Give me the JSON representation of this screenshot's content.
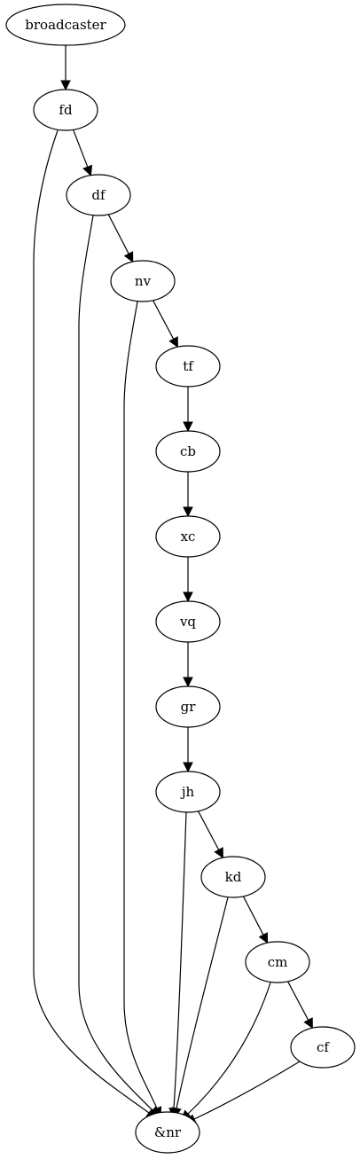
{
  "graph": {
    "nodes": [
      {
        "id": "broadcaster",
        "label": "broadcaster"
      },
      {
        "id": "fd",
        "label": "fd"
      },
      {
        "id": "df",
        "label": "df"
      },
      {
        "id": "nv",
        "label": "nv"
      },
      {
        "id": "tf",
        "label": "tf"
      },
      {
        "id": "cb",
        "label": "cb"
      },
      {
        "id": "xc",
        "label": "xc"
      },
      {
        "id": "vq",
        "label": "vq"
      },
      {
        "id": "gr",
        "label": "gr"
      },
      {
        "id": "jh",
        "label": "jh"
      },
      {
        "id": "kd",
        "label": "kd"
      },
      {
        "id": "cm",
        "label": "cm"
      },
      {
        "id": "cf",
        "label": "cf"
      },
      {
        "id": "nr",
        "label": "&nr"
      }
    ],
    "edges": [
      {
        "from": "broadcaster",
        "to": "fd"
      },
      {
        "from": "fd",
        "to": "df"
      },
      {
        "from": "fd",
        "to": "nr"
      },
      {
        "from": "df",
        "to": "nv"
      },
      {
        "from": "df",
        "to": "nr"
      },
      {
        "from": "nv",
        "to": "tf"
      },
      {
        "from": "nv",
        "to": "nr"
      },
      {
        "from": "tf",
        "to": "cb"
      },
      {
        "from": "cb",
        "to": "xc"
      },
      {
        "from": "xc",
        "to": "vq"
      },
      {
        "from": "vq",
        "to": "gr"
      },
      {
        "from": "gr",
        "to": "jh"
      },
      {
        "from": "jh",
        "to": "kd"
      },
      {
        "from": "jh",
        "to": "nr"
      },
      {
        "from": "kd",
        "to": "cm"
      },
      {
        "from": "kd",
        "to": "nr"
      },
      {
        "from": "cm",
        "to": "cf"
      },
      {
        "from": "cm",
        "to": "nr"
      },
      {
        "from": "cf",
        "to": "nr"
      }
    ]
  }
}
